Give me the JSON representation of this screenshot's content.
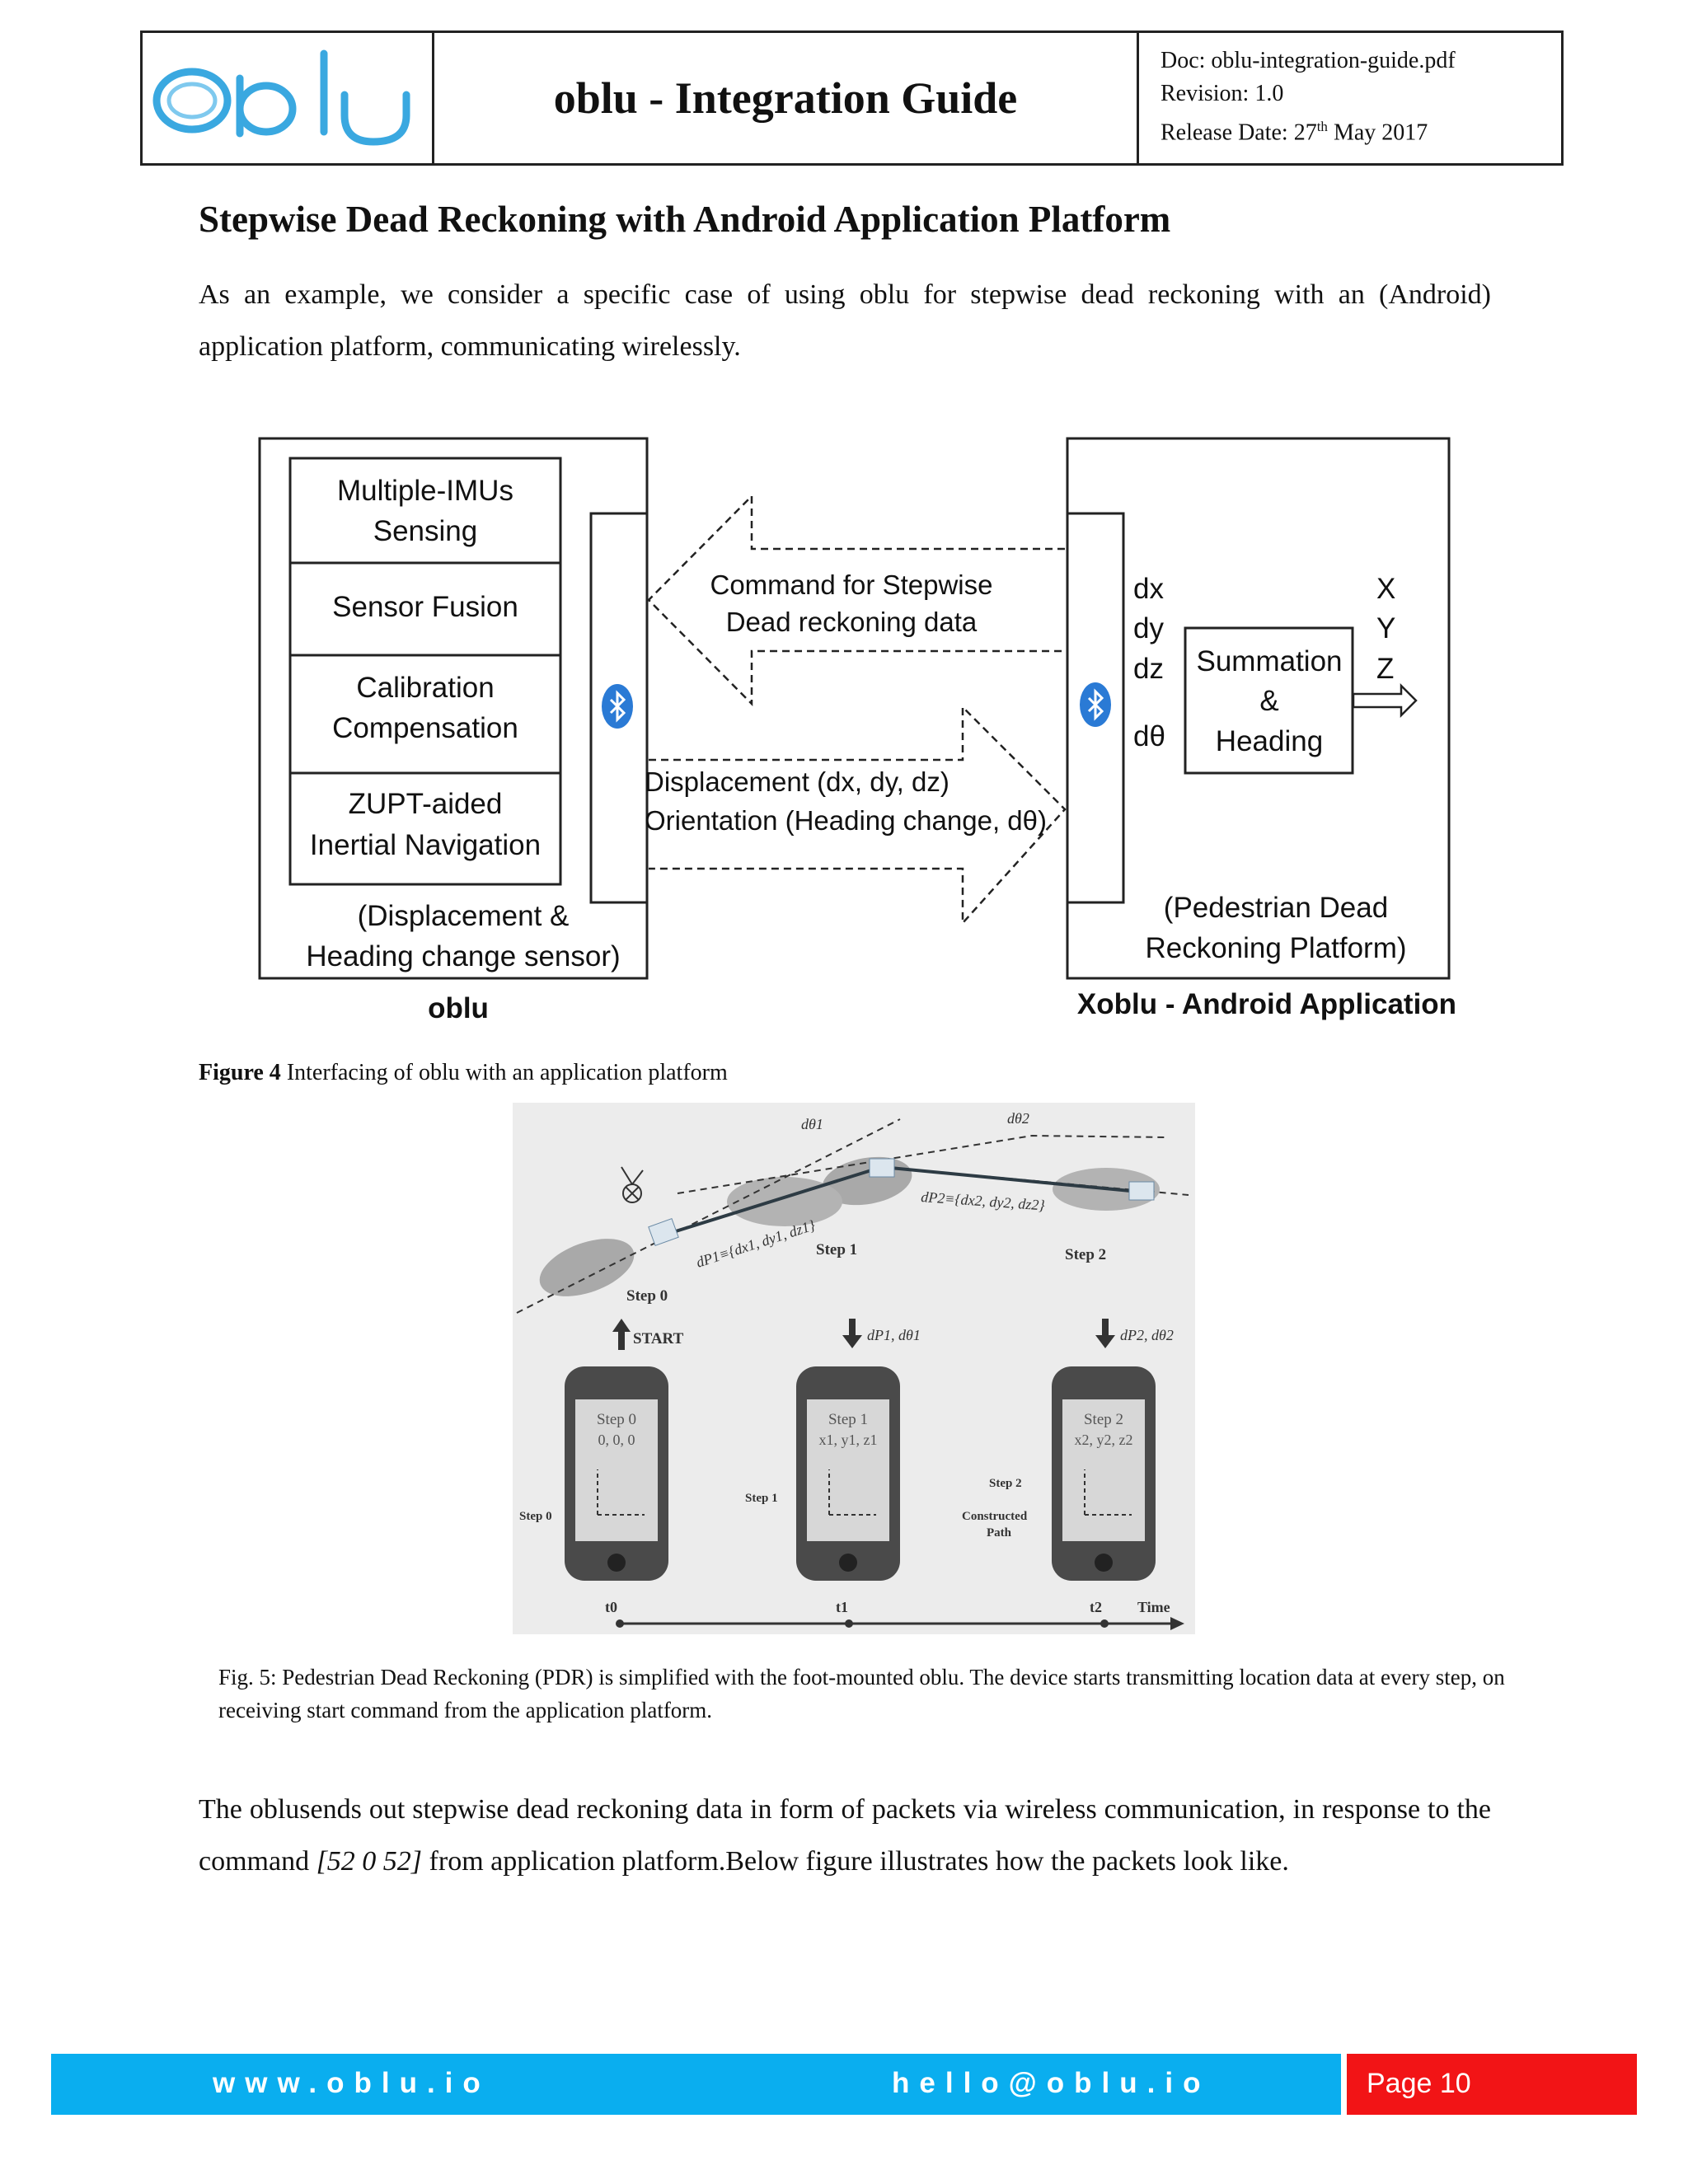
{
  "header": {
    "title": "oblu - Integration Guide",
    "doc": "Doc: oblu-integration-guide.pdf",
    "revision": "Revision: 1.0",
    "release_prefix": "Release Date: 27",
    "release_sup": "th",
    "release_suffix": " May 2017",
    "logo_text": "oblu"
  },
  "section_title": "Stepwise Dead Reckoning with Android Application Platform",
  "intro": "As an example, we consider a specific case of using oblu for stepwise dead reckoning with an (Android) application platform, communicating wirelessly.",
  "figure4": {
    "left_blocks": [
      "Multiple-IMUs",
      "Sensing",
      "Sensor Fusion",
      "Calibration",
      "Compensation",
      "ZUPT-aided",
      "Inertial Navigation"
    ],
    "left_caption_1": "(Displacement &",
    "left_caption_2": "Heading change sensor)",
    "left_label": "oblu",
    "command_1": "Command for Stepwise",
    "command_2": "Dead reckoning data",
    "displacement_1": "Displacement (dx, dy, dz)",
    "displacement_2": "Orientation (Heading change, dθ)",
    "inputs": [
      "dx",
      "dy",
      "dz",
      "dθ"
    ],
    "outputs": [
      "X",
      "Y",
      "Z"
    ],
    "sum_1": "Summation",
    "sum_2": "&",
    "sum_3": "Heading",
    "right_caption_1": "(Pedestrian Dead",
    "right_caption_2": "Reckoning Platform)",
    "right_label": "Xoblu - Android Application",
    "caption_bold": "Figure 4",
    "caption_text": " Interfacing of oblu with an application platform",
    "bluetooth_icon": "bluetooth-icon"
  },
  "figure5": {
    "dtheta1": "dθ1",
    "dtheta2": "dθ2",
    "dp1": "dP1≡{dx1, dy1, dz1}",
    "dp2": "dP2≡{dx2, dy2, dz2}",
    "step0": "Step 0",
    "step1": "Step 1",
    "step2": "Step 2",
    "start": "START",
    "arrow1": "dP1, dθ1",
    "arrow2": "dP2, dθ2",
    "phones": [
      {
        "title": "Step 0",
        "coords": "0, 0, 0",
        "side": "Step 0"
      },
      {
        "title": "Step 1",
        "coords": "x1, y1, z1",
        "side": "Step 1"
      },
      {
        "title": "Step 2",
        "coords": "x2, y2, z2",
        "side": "Step 2"
      }
    ],
    "constructed": "Constructed",
    "path": "Path",
    "t0": "t0",
    "t1": "t1",
    "t2": "t2",
    "time": "Time",
    "caption": "Fig. 5: Pedestrian Dead Reckoning (PDR) is simplified with the foot-mounted oblu. The device starts transmitting location data at every step, on receiving start command from the application platform."
  },
  "para2_a": "The oblusends out stepwise dead reckoning data in form of packets via wireless communication, in response to the command ",
  "para2_cmd": "[52 0 52]",
  "para2_b": " from application platform.Below figure illustrates how the packets look like.",
  "footer": {
    "website": "www.oblu.io",
    "email": "hello@oblu.io",
    "page": "Page 10"
  },
  "colors": {
    "footer_blue": "#0aaeef",
    "page_red": "#f21416",
    "logo_blue": "#3aa8e0",
    "bluetooth_blue": "#2a7ad5"
  }
}
